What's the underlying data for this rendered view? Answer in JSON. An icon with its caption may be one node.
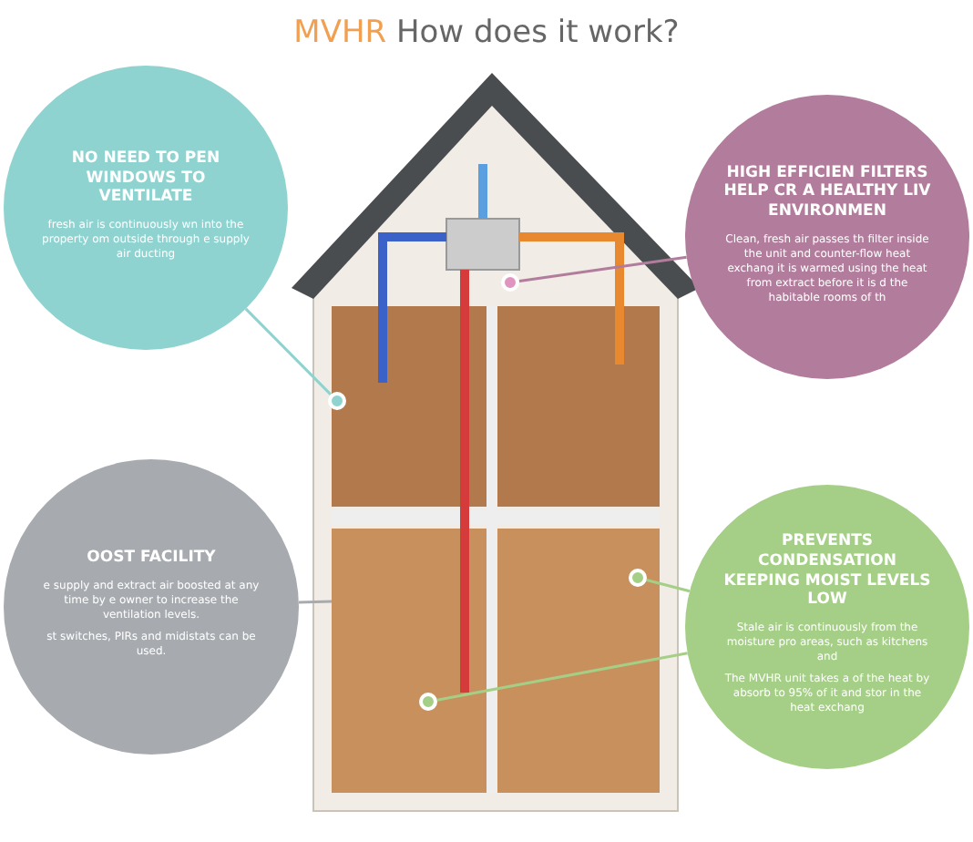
{
  "diagram": {
    "title": "MVHR How does it work?",
    "nodes": [
      {
        "text": [
          "NO NEED TO PEN WINDOWS TO VENTILATE",
          "fresh air is continuously wn into the property om outside through e supply air ducting"
        ]
      },
      {
        "text": [
          "OOST FACILITY",
          "e supply and extract air boosted at any time by e owner to increase the ventilation levels.",
          "st switches, PIRs and midistats can be used."
        ]
      },
      {
        "text": [
          "HIGH EFFICIEN FILTERS HELP CR A HEALTHY LIV ENVIRONMEN",
          "Clean, fresh air passes th filter inside the unit and counter-flow heat exchang it is warmed using the heat from extract before it is d the habitable rooms of th"
        ]
      },
      {
        "text": [
          "PREVENTS CONDENSATION KEEPING MOIST LEVELS LOW",
          "Stale air is continuously from the moisture pro areas, such as kitchens and",
          "The MVHR unit takes a of the heat by absorb to 95% of it and stor in the heat exchang"
        ]
      },
      {
        "text": [],
        "shape": "circle"
      },
      {
        "text": [],
        "shape": "circle"
      },
      {
        "text": [],
        "shape": "circle"
      },
      {
        "text": [],
        "shape": "circle"
      }
    ],
    "edges": [
      {
        "from": 0,
        "to": 4,
        "arrow": "none"
      },
      {
        "from": 1,
        "to": null,
        "arrow": "none"
      },
      {
        "from": 2,
        "to": 6,
        "arrow": "none"
      },
      {
        "from": 3,
        "to": 7,
        "arrow": "none"
      },
      {
        "from": 3,
        "to": 5,
        "arrow": "none"
      }
    ]
  }
}
